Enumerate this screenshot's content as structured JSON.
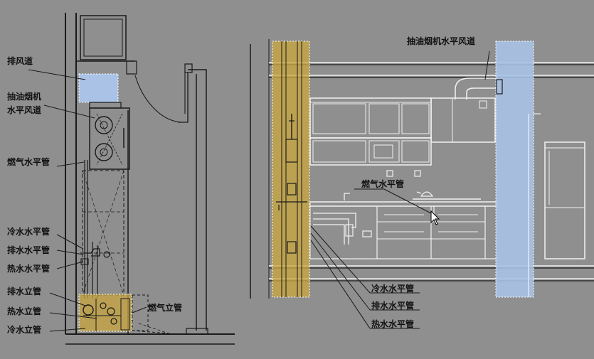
{
  "left_labels": {
    "exhaust_duct": "排风道",
    "hood_duct_line1": "抽油烟机",
    "hood_duct_line2": "水平风道",
    "gas_h": "燃气水平管",
    "cold_h": "冷水水平管",
    "drain_h": "排水水平管",
    "hot_h": "热水水平管",
    "drain_v": "排水立管",
    "hot_v": "热水立管",
    "cold_v": "冷水立管",
    "gas_v": "燃气立管"
  },
  "right_labels": {
    "hood_duct": "抽油烟机水平风道",
    "gas_h": "燃气水平管",
    "cold_h": "冷水水平管",
    "drain_h": "排水水平管",
    "hot_h": "热水水平管"
  },
  "colors": {
    "background": "#8f8f8f",
    "shaft_yellow": "#c9a640",
    "duct_blue": "#a9c2e6"
  }
}
